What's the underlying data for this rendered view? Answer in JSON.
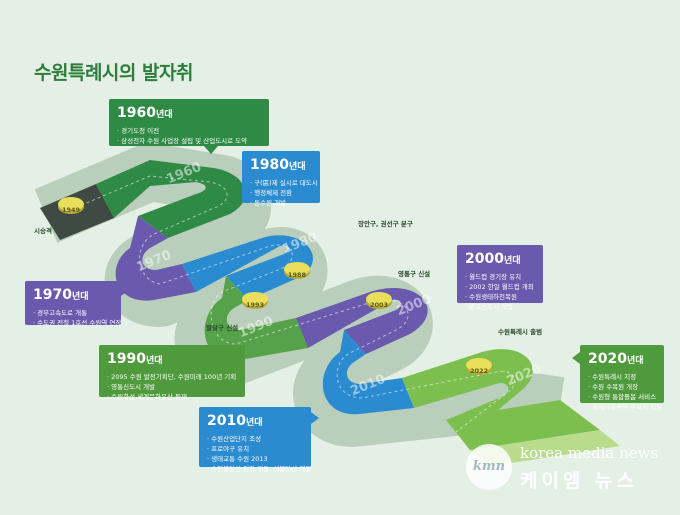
{
  "title": "수원특례시의 발자취",
  "eras": [
    {
      "year": "1960",
      "suffix": "년대",
      "color": "#2f8a45",
      "items": [
        "경기도청 이전",
        "삼성전자 수원 사업장 설립 및 산업도시로 도약"
      ]
    },
    {
      "year": "1970",
      "suffix": "년대",
      "color": "#6a5aad",
      "items": [
        "경부고속도로 개통",
        "수도권 전철 1호선 수원역 연장"
      ]
    },
    {
      "year": "1980",
      "suffix": "년대",
      "color": "#2a8bd0",
      "items": [
        "구(區)제 실시로 대도시",
        "행정체제 전환",
        "동수원 개발"
      ]
    },
    {
      "year": "1990",
      "suffix": "년대",
      "color": "#4f9a3c",
      "items": [
        "2095 수원 발전기획단, 수원미래 100년 기획",
        "영통신도시 개발",
        "수원화성 세계문화유산 등재"
      ]
    },
    {
      "year": "2000",
      "suffix": "년대",
      "color": "#6a5aad",
      "items": [
        "월드컵 경기장 유치",
        "2002 한일 월드컵 개최",
        "수원생태하천복원",
        "광교신도시 개발"
      ]
    },
    {
      "year": "2010",
      "suffix": "년대",
      "color": "#2a8bd0",
      "items": [
        "수원산업단지 조성",
        "프로야구 유치",
        "생태교통 수원 2013",
        "수인분당선 연장 개통, 신분당선 개통"
      ]
    },
    {
      "year": "2020",
      "suffix": "년대",
      "color": "#4f9a3c",
      "items": [
        "수원특례시 지정",
        "수원 수목원 개장",
        "수원형 통합돌봄 서비스",
        "경제자유구역 후보지 지정"
      ]
    }
  ],
  "road_labels": {
    "start": "시승격",
    "jangan": "장안구, 권선구 분구",
    "paldal": "팔달구 신설",
    "yeongtong": "영통구 신설",
    "teukrye": "수원특례시 출범"
  },
  "coins": [
    "1949",
    "1988",
    "1993",
    "2003",
    "2022"
  ],
  "road_years": [
    "1960",
    "1970",
    "1980",
    "1990",
    "2000",
    "2010",
    "2020"
  ],
  "watermark": {
    "logo": "kmn",
    "en": "korea media news",
    "ko": "케이엠 뉴스"
  }
}
